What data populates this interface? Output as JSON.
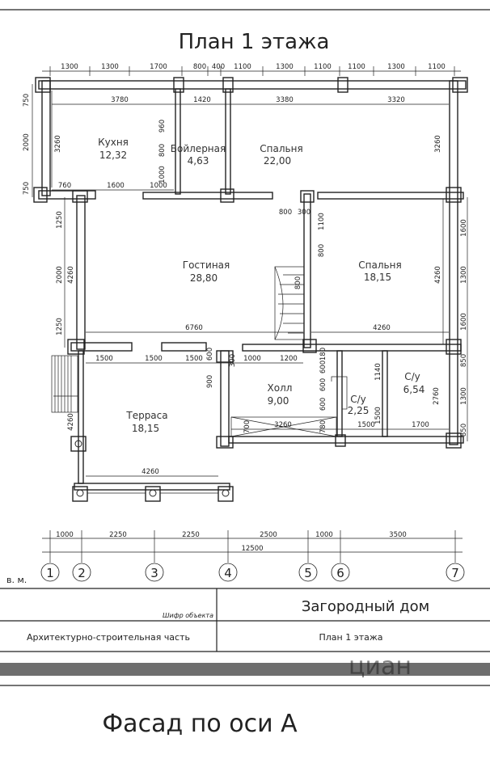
{
  "plan": {
    "title": "План 1 этажа",
    "rooms": [
      {
        "name": "Кухня",
        "area": "12,32"
      },
      {
        "name": "Бойлерная",
        "area": "4,63"
      },
      {
        "name": "Спальня",
        "area": "22,00"
      },
      {
        "name": "Гостиная",
        "area": "28,80"
      },
      {
        "name": "Спальня",
        "area": "18,15"
      },
      {
        "name": "Терраса",
        "area": "18,15"
      },
      {
        "name": "Холл",
        "area": "9,00"
      },
      {
        "name": "С/у",
        "area": "2,25"
      },
      {
        "name": "С/у",
        "area": "6,54"
      }
    ],
    "top_dims": [
      "1300",
      "1300",
      "1700",
      "800",
      "400",
      "1100",
      "1300",
      "1100",
      "1100",
      "1300",
      "1100"
    ],
    "inner_dims": [
      "3780",
      "1420",
      "3380",
      "3320",
      "1600",
      "1000",
      "760",
      "6760",
      "4260",
      "4260",
      "3260",
      "1500",
      "1700",
      "1500",
      "1500",
      "1500",
      "1200",
      "1000",
      "800",
      "700",
      "780"
    ],
    "left_dims": [
      "750",
      "2000",
      "750",
      "3260",
      "1250",
      "2000",
      "1250",
      "4260",
      "4260",
      "960",
      "800",
      "1000"
    ],
    "right_dims": [
      "3260",
      "1600",
      "1300",
      "1600",
      "4260",
      "850",
      "1300",
      "850",
      "2760",
      "1140",
      "1500"
    ],
    "small_dims": [
      "600",
      "600",
      "180",
      "900",
      "600",
      "300",
      "1100",
      "800",
      "300",
      "600",
      "800"
    ],
    "axis_dims": [
      "1000",
      "2250",
      "2250",
      "2500",
      "1000",
      "3500"
    ],
    "axis_total": "12500",
    "axes": [
      "1",
      "2",
      "3",
      "4",
      "5",
      "6",
      "7"
    ]
  },
  "stamp": {
    "left_label": "в. м.",
    "code_label": "Шифр объекта",
    "project": "Загородный дом",
    "section": "Архитектурно-строительная часть",
    "sheet": "План 1 этажа"
  },
  "watermark": "циан",
  "facade_title": "Фасад по оси А"
}
